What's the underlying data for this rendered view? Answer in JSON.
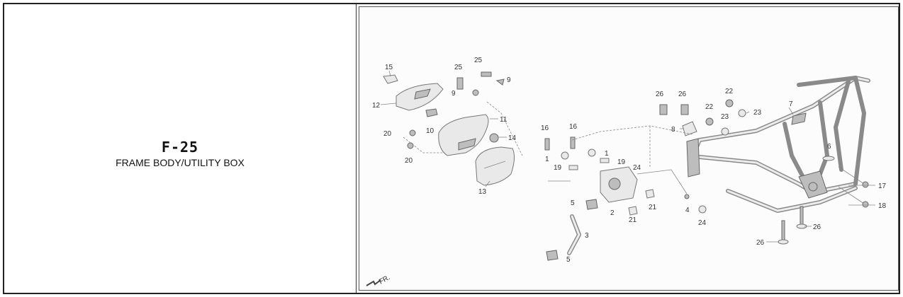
{
  "header": {
    "code": "F-25",
    "name": "FRAME BODY/UTILITY BOX"
  },
  "diagram": {
    "direction_label": "FR.",
    "callouts": {
      "c15": "15",
      "c25a": "25",
      "c25b": "25",
      "c9a": "9",
      "c9b": "9",
      "c12": "12",
      "c11": "11",
      "c10": "10",
      "c20a": "20",
      "c20b": "20",
      "c14": "14",
      "c13": "13",
      "c16a": "16",
      "c16b": "16",
      "c1a": "1",
      "c1b": "1",
      "c19a": "19",
      "c19b": "19",
      "c24a": "24",
      "c2": "2",
      "c5a": "5",
      "c5b": "5",
      "c3": "3",
      "c21a": "21",
      "c21b": "21",
      "c4": "4",
      "c24b": "24",
      "c26a": "26",
      "c26b": "26",
      "c26c": "26",
      "c26d": "26",
      "c22a": "22",
      "c22b": "22",
      "c23a": "23",
      "c23b": "23",
      "c8": "8",
      "c7": "7",
      "c6": "6",
      "c17": "17",
      "c18": "18"
    }
  }
}
